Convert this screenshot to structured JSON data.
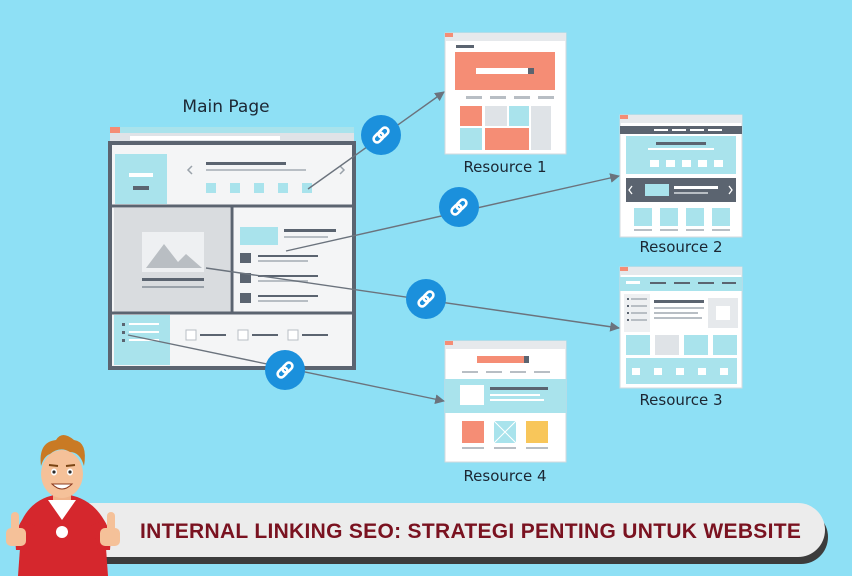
{
  "main_page": {
    "label": "Main Page"
  },
  "resources": [
    {
      "label": "Resource 1"
    },
    {
      "label": "Resource 2"
    },
    {
      "label": "Resource 3"
    },
    {
      "label": "Resource 4"
    }
  ],
  "banner": {
    "title": "INTERNAL LINKING SEO: STRATEGI PENTING UNTUK WEBSITE"
  },
  "icons": {
    "link": "link-chain-icon",
    "arrow": "arrow-head-icon",
    "mascot": "thumbs-up-mascot-icon"
  },
  "colors": {
    "background": "#8ee0f5",
    "link_badge": "#1b90dc",
    "coral": "#f58d75",
    "banner_text": "#7a1220",
    "frame": "#5b6470",
    "accent_teal": "#a9e3ec"
  }
}
